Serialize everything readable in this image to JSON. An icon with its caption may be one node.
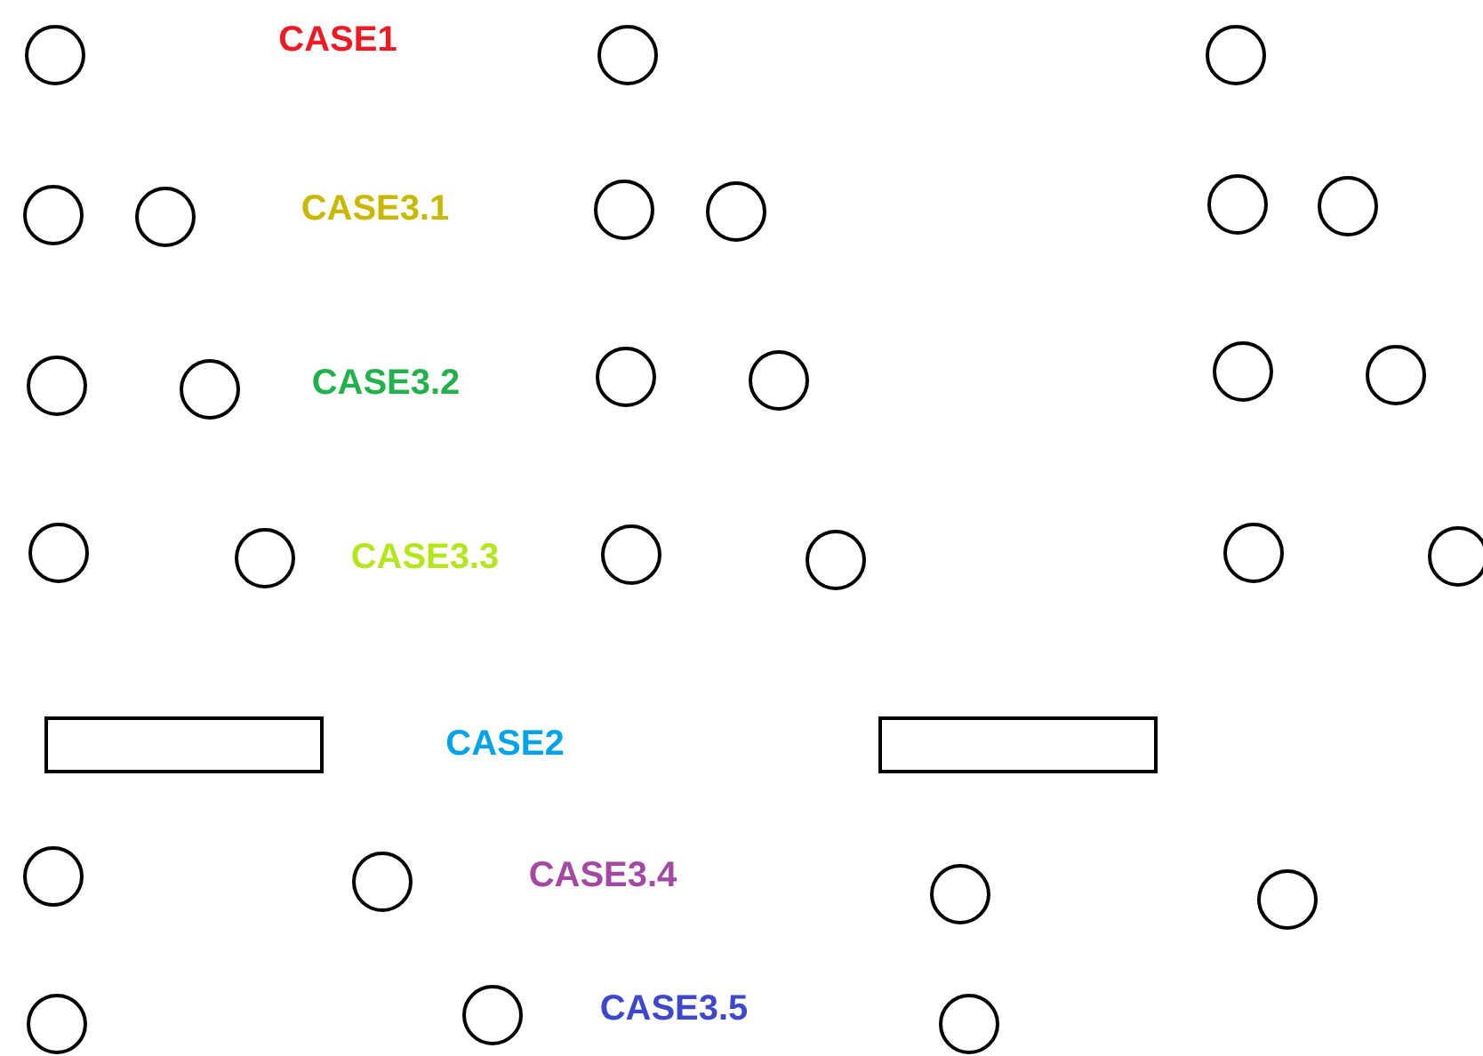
{
  "diagram": {
    "nodes": [
      {
        "text": [],
        "shape": "circle"
      },
      {
        "text": [],
        "shape": "circle"
      },
      {
        "text": [],
        "shape": "circle"
      },
      {
        "text": [],
        "shape": "circle"
      },
      {
        "text": [],
        "shape": "circle"
      },
      {
        "text": [],
        "shape": "circle"
      },
      {
        "text": [],
        "shape": "circle"
      },
      {
        "text": [],
        "shape": "circle"
      },
      {
        "text": [],
        "shape": "circle"
      },
      {
        "text": [],
        "shape": "circle"
      },
      {
        "text": [],
        "shape": "circle"
      },
      {
        "text": [],
        "shape": "circle"
      },
      {
        "text": [],
        "shape": "circle"
      },
      {
        "text": [],
        "shape": "circle"
      },
      {
        "text": [],
        "shape": "circle"
      },
      {
        "text": [],
        "shape": "circle"
      },
      {
        "text": [],
        "shape": "circle"
      },
      {
        "text": [],
        "shape": "circle"
      },
      {
        "text": [],
        "shape": "circle"
      },
      {
        "text": [],
        "shape": "circle"
      },
      {
        "text": [],
        "shape": "circle"
      },
      {
        "text": [],
        "shape": "box"
      },
      {
        "text": [],
        "shape": "box"
      },
      {
        "text": [],
        "shape": "circle"
      },
      {
        "text": [],
        "shape": "circle"
      },
      {
        "text": [],
        "shape": "circle"
      },
      {
        "text": [],
        "shape": "circle"
      },
      {
        "text": [],
        "shape": "circle"
      },
      {
        "text": [],
        "shape": "circle"
      },
      {
        "text": [],
        "shape": "circle"
      }
    ],
    "labels": [
      "CASE1",
      "CASE3.1",
      "CASE3.2",
      "CASE3.3",
      "CASE2",
      "CASE3.4",
      "CASE3.5"
    ]
  }
}
